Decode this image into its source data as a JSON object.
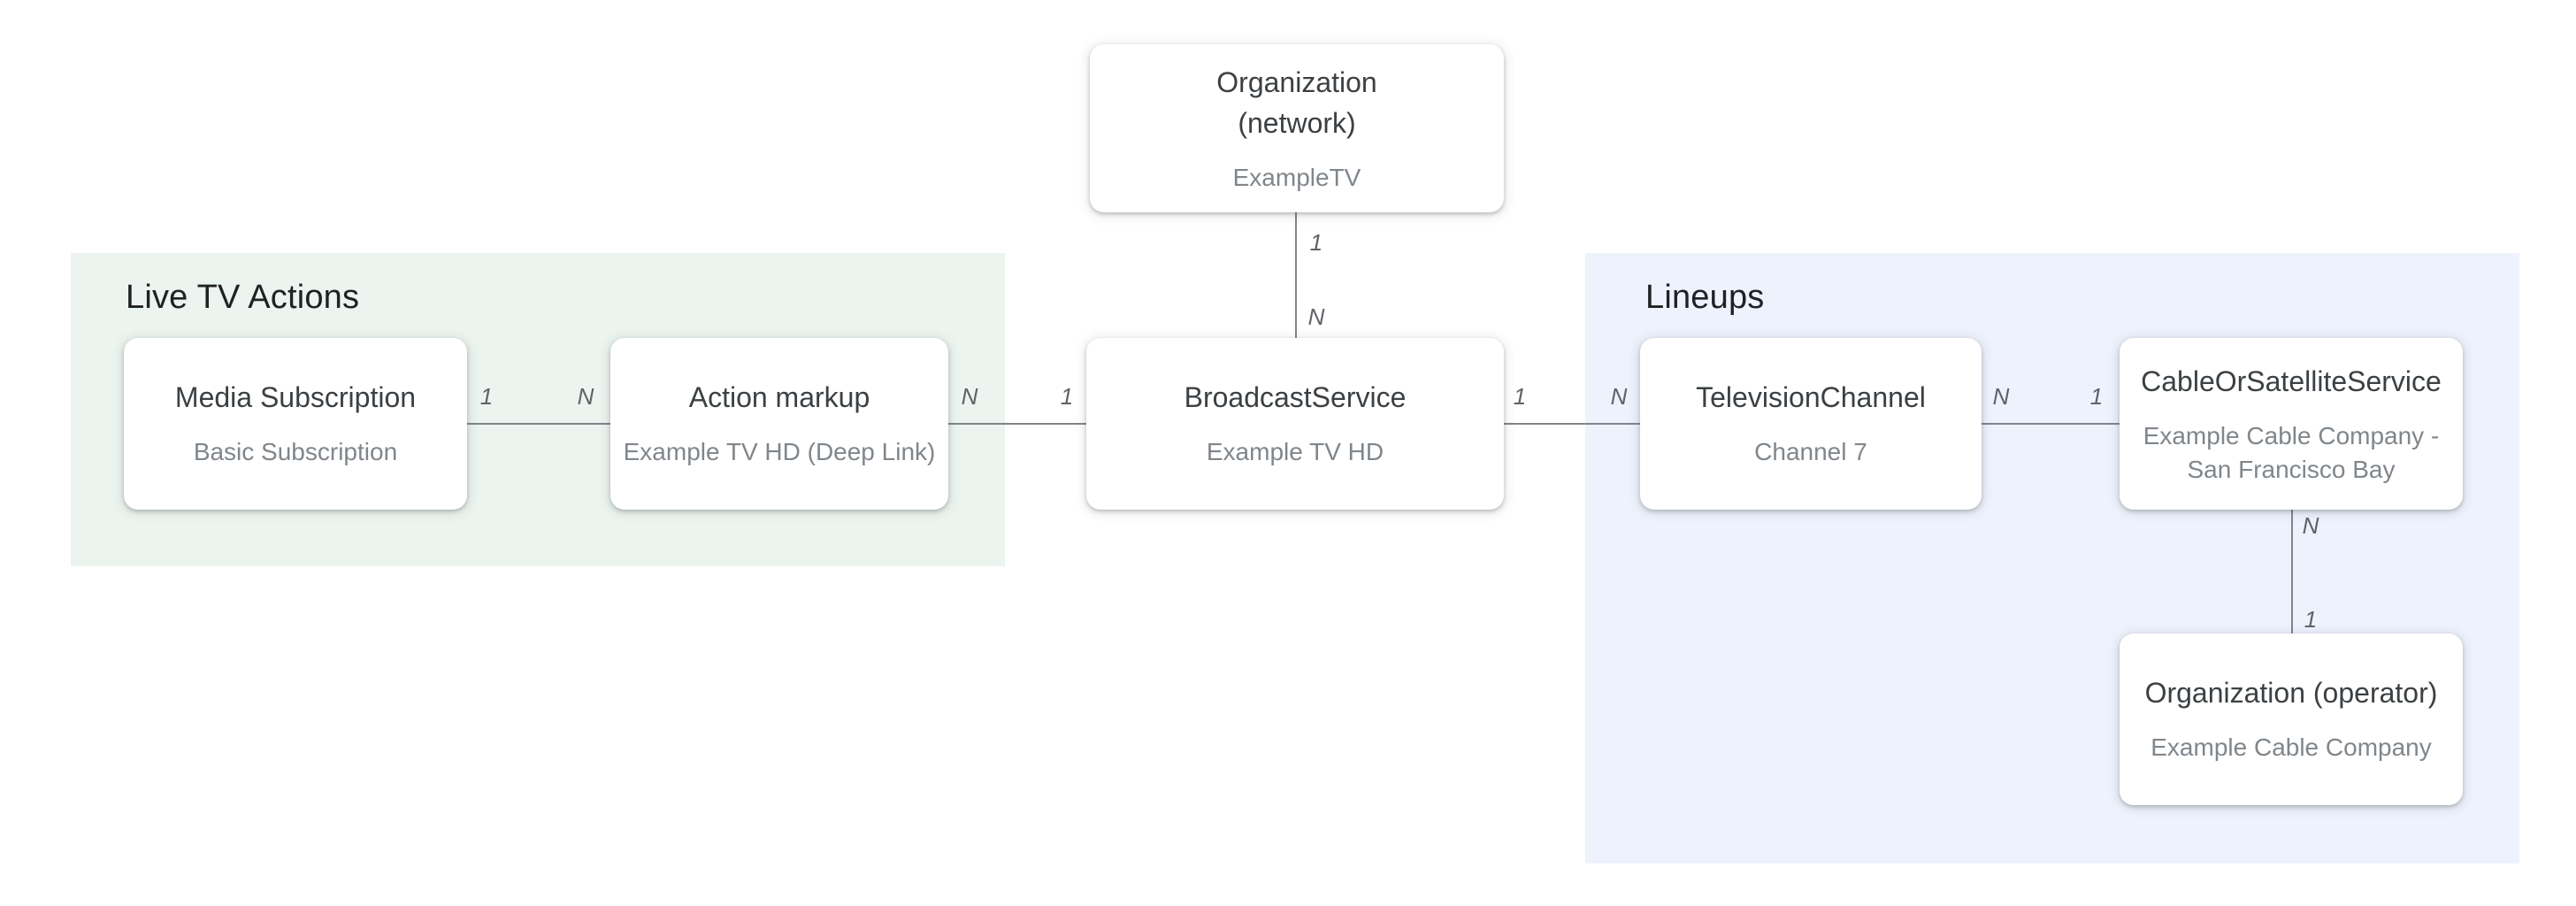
{
  "diagram": {
    "sections": {
      "live_tv_actions": {
        "label": "Live TV Actions",
        "background": "#ECF4EF"
      },
      "lineups": {
        "label": "Lineups",
        "background": "#EEF2FD"
      }
    },
    "nodes": {
      "organization_network": {
        "title": "Organization\n(network)",
        "subtitle": "ExampleTV"
      },
      "media_subscription": {
        "title": "Media Subscription",
        "subtitle": "Basic Subscription"
      },
      "action_markup": {
        "title": "Action markup",
        "subtitle": "Example TV HD (Deep Link)"
      },
      "broadcast_service": {
        "title": "BroadcastService",
        "subtitle": "Example TV HD"
      },
      "television_channel": {
        "title": "TelevisionChannel",
        "subtitle": "Channel 7"
      },
      "cable_or_satellite_service": {
        "title": "CableOrSatelliteService",
        "subtitle": "Example Cable Company - San Francisco Bay"
      },
      "organization_operator": {
        "title": "Organization (operator)",
        "subtitle": "Example Cable Company"
      }
    },
    "cardinality": {
      "media_subscription_side": "1",
      "action_markup_left_side": "N",
      "action_markup_right_side": "N",
      "broadcast_service_left_side": "1",
      "broadcast_service_right_side": "1",
      "television_channel_left_side": "N",
      "television_channel_right_side": "N",
      "cable_or_satellite_left_side": "1",
      "organization_network_side": "1",
      "broadcast_service_top_side": "N",
      "cable_or_satellite_bottom_side": "N",
      "organization_operator_side": "1"
    },
    "colors": {
      "line": "#80868B",
      "node_title_text": "#3C4043",
      "node_subtitle_text": "#80868B",
      "section_label_text": "#202124",
      "cardinality_text": "#5F6368"
    }
  }
}
